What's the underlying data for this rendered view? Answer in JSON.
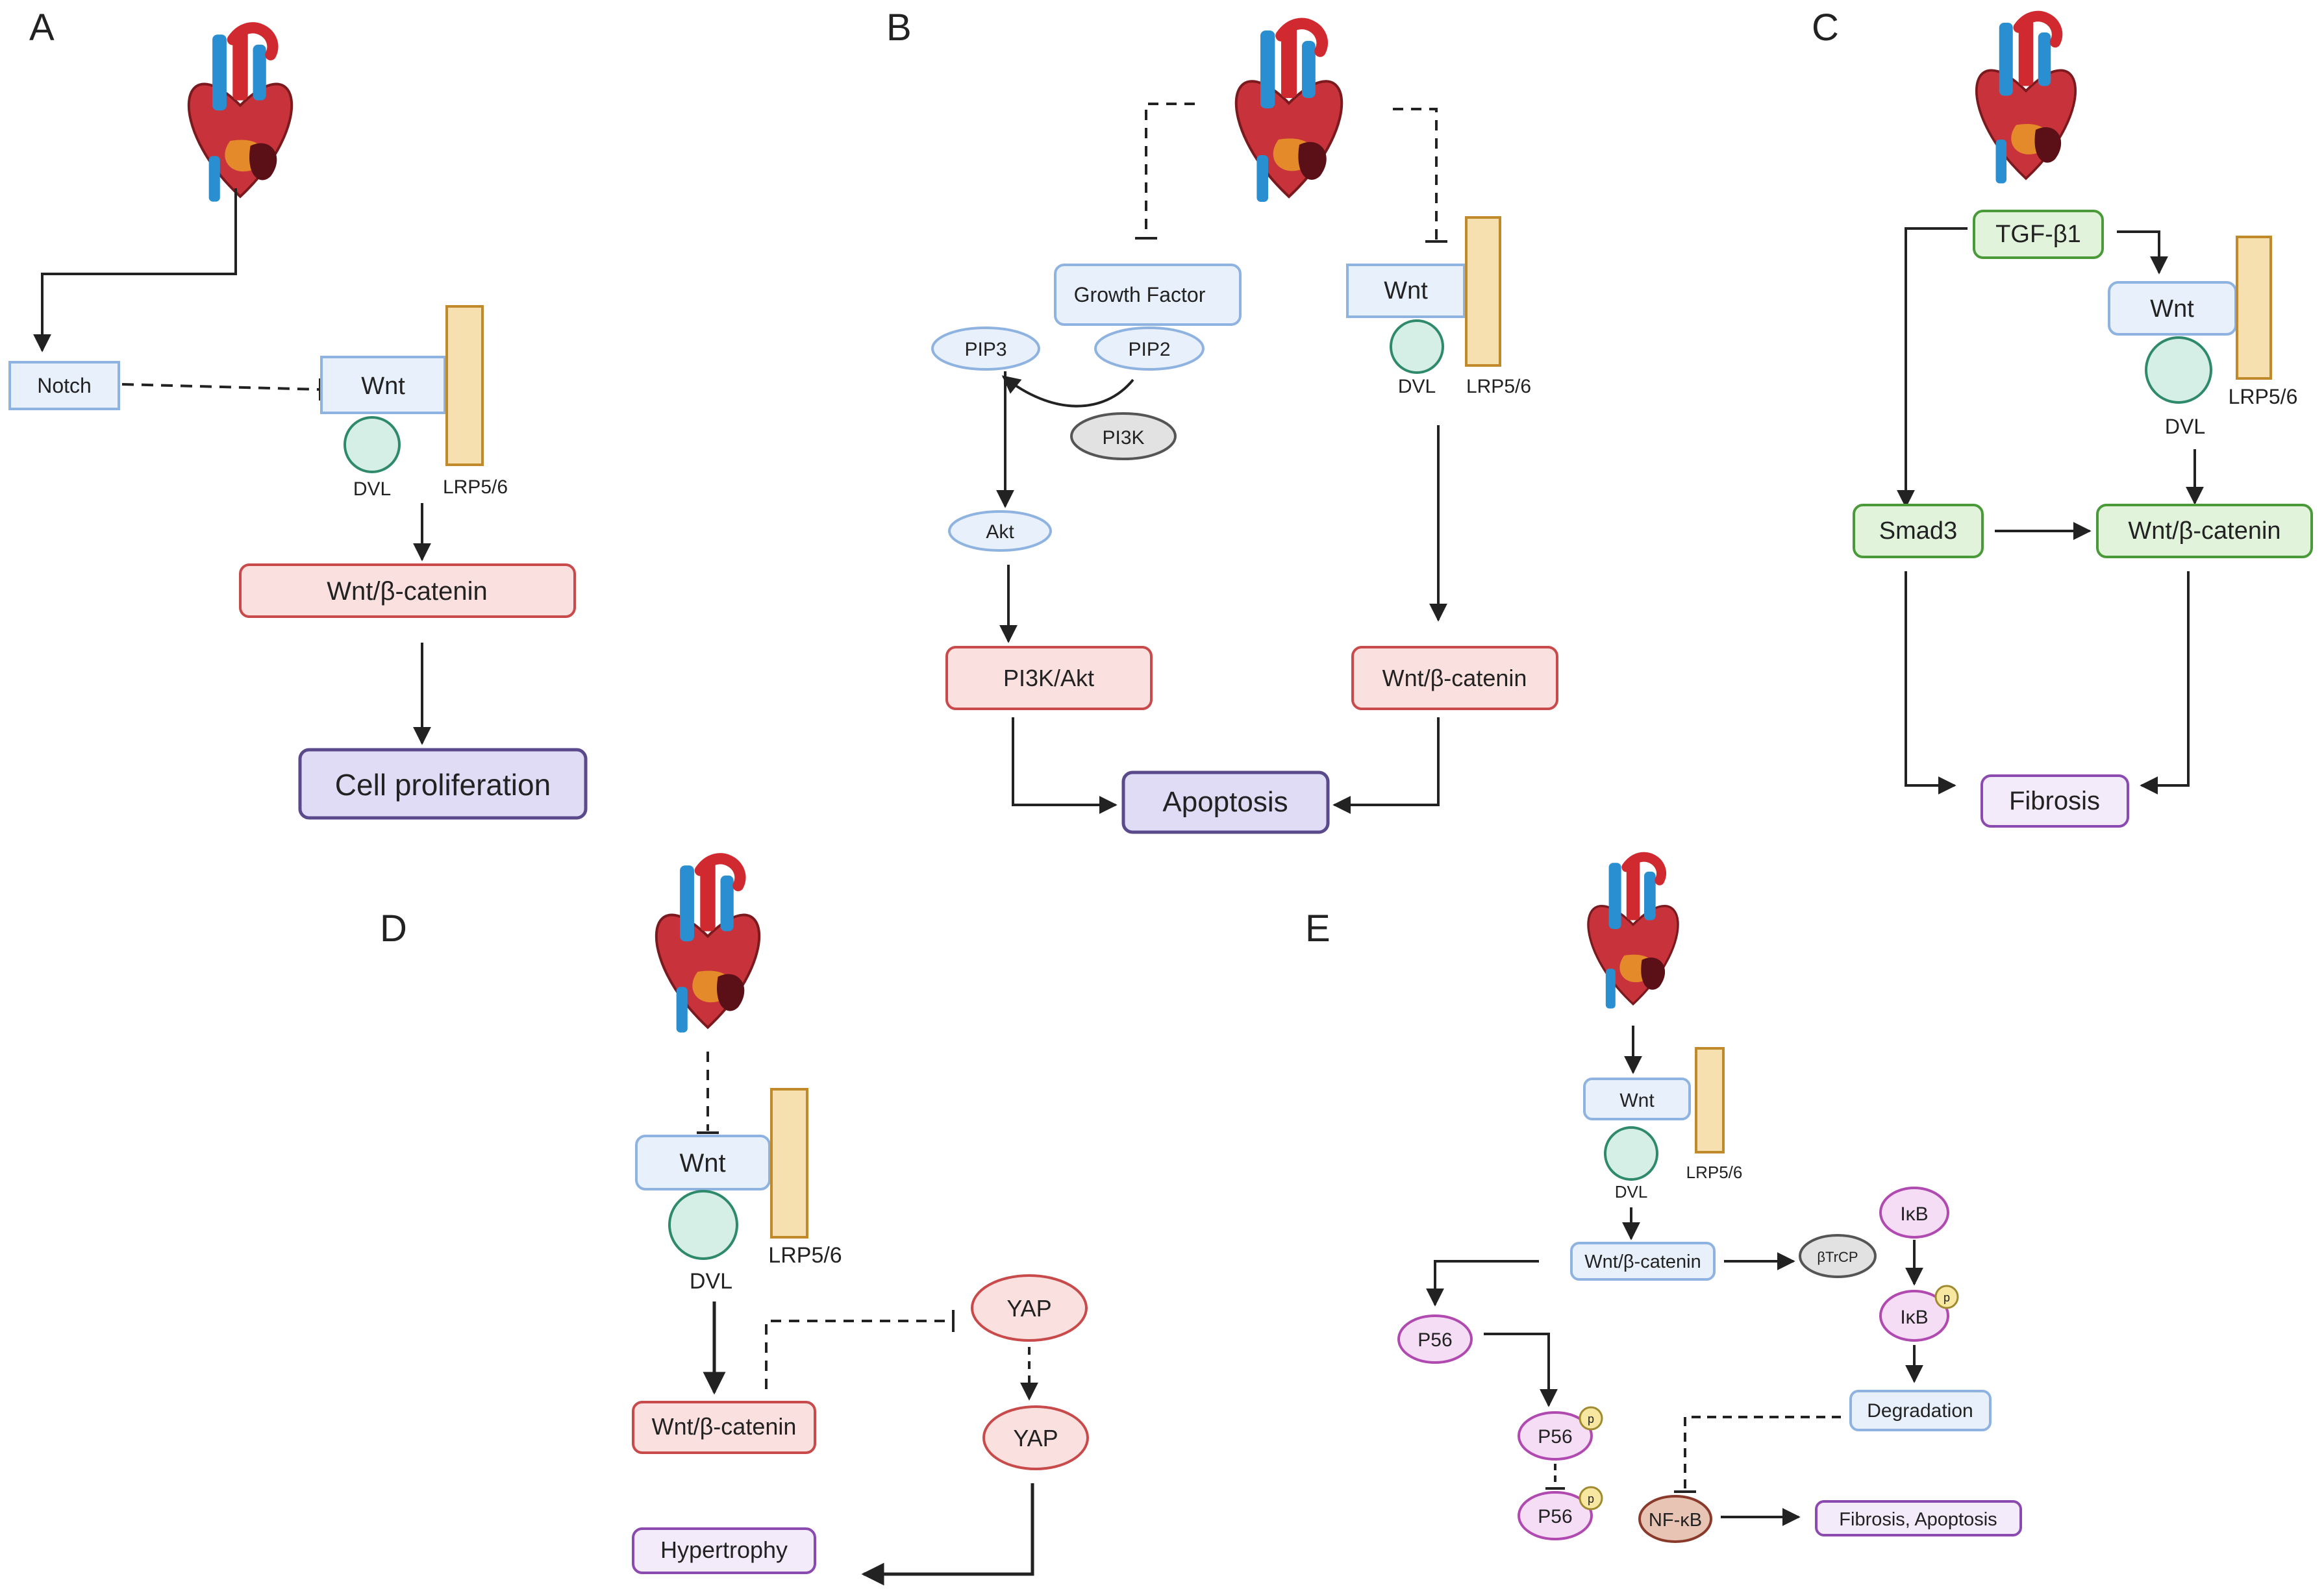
{
  "panels": {
    "A": {
      "label": "A",
      "notch": "Notch",
      "wnt": "Wnt",
      "dvl": "DVL",
      "lrp": "LRP5/6",
      "wnt_bcat": "Wnt/β-catenin",
      "outcome": "Cell proliferation"
    },
    "B": {
      "label": "B",
      "growth_factor": "Growth  Factor",
      "pip3": "PIP3",
      "pip2": "PIP2",
      "pi3k": "PI3K",
      "akt": "Akt",
      "pi3k_akt": "PI3K/Akt",
      "wnt": "Wnt",
      "dvl": "DVL",
      "lrp": "LRP5/6",
      "wnt_bcat": "Wnt/β-catenin",
      "outcome": "Apoptosis"
    },
    "C": {
      "label": "C",
      "tgf": "TGF-β1",
      "wnt": "Wnt",
      "lrp": "LRP5/6",
      "dvl": "DVL",
      "smad3": "Smad3",
      "wnt_bcat": "Wnt/β-catenin",
      "outcome": "Fibrosis"
    },
    "D": {
      "label": "D",
      "wnt": "Wnt",
      "dvl": "DVL",
      "lrp": "LRP5/6",
      "wnt_bcat": "Wnt/β-catenin",
      "yap1": "YAP",
      "yap2": "YAP",
      "outcome": "Hypertrophy"
    },
    "E": {
      "label": "E",
      "wnt": "Wnt",
      "dvl": "DVL",
      "lrp": "LRP5/6",
      "wnt_bcat": "Wnt/β-catenin",
      "btrcp": "βTrCP",
      "ikb1": "IκB",
      "ikb2": "IκB",
      "p56_1": "P56",
      "p56_2": "P56",
      "p56_3": "P56",
      "phospho": "p",
      "degradation": "Degradation",
      "nfkb": "NF-κB",
      "outcome": "Fibrosis, Apoptosis"
    }
  },
  "colors": {
    "receptor_fill": "#e8f0fb",
    "receptor_stroke": "#8fb3e0",
    "pathway_fill": "#fbe0e0",
    "pathway_stroke": "#c94a4a",
    "outcome_fill": "#e0dcf5",
    "outcome_stroke": "#5a4a8c",
    "dvl_fill": "#d6efe6",
    "dvl_stroke": "#2e8a6a",
    "lrp_fill": "#f6e0b0",
    "lrp_stroke": "#c08a2a",
    "green_fill": "#e2f3dc",
    "green_stroke": "#4a9a3a",
    "pink_fill": "#f5ddf5",
    "pink_stroke": "#b04ab0",
    "grey_fill": "#e2e2e2",
    "grey_stroke": "#555555"
  }
}
